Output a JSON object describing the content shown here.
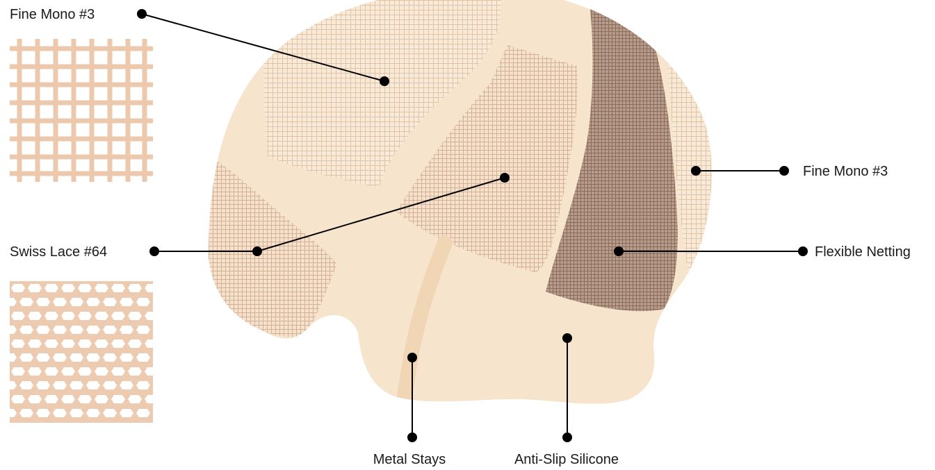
{
  "colors": {
    "cap_base": "#f6e4cc",
    "mono_mesh": "#e6c7a9",
    "lace_mesh": "#d9b398",
    "flex_net": "#a88a79",
    "swatch_line": "#e9c9ad",
    "leader": "#000000"
  },
  "labels": {
    "fine_mono_top": "Fine Mono #3",
    "swiss_lace": "Swiss Lace #64",
    "fine_mono_right": "Fine Mono #3",
    "flexible_netting": "Flexible Netting",
    "metal_stays": "Metal Stays",
    "anti_slip": "Anti-Slip Silicone"
  },
  "swatches": {
    "grid": "fine-mono-swatch",
    "honeycomb": "swiss-lace-swatch"
  }
}
